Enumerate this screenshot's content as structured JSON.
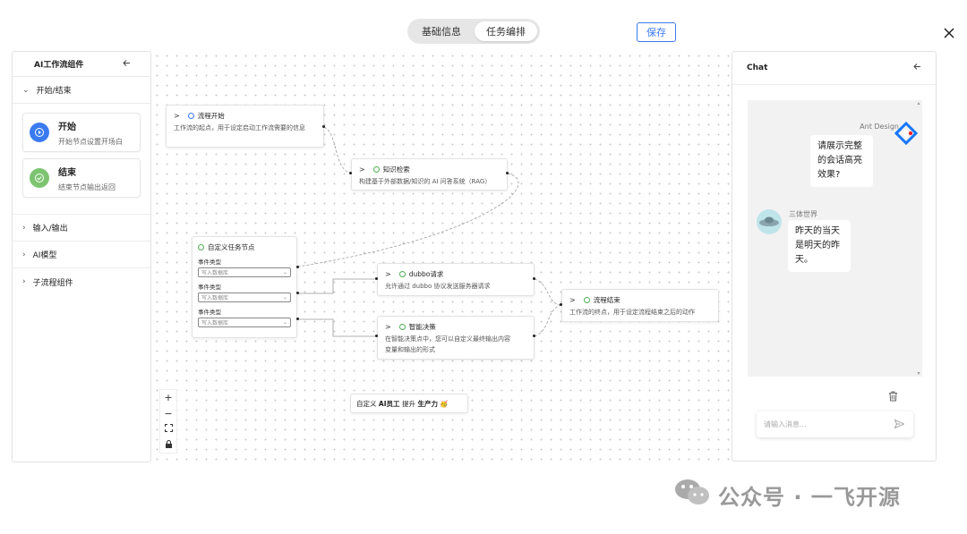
{
  "header": {
    "tabs": [
      {
        "label": "基础信息",
        "active": false
      },
      {
        "label": "任务编排",
        "active": true
      }
    ],
    "save_label": "保存"
  },
  "sidebar": {
    "title": "AI工作流组件",
    "sections": [
      {
        "label": "开始/结束",
        "expanded": true
      },
      {
        "label": "输入/输出",
        "expanded": false
      },
      {
        "label": "AI模型",
        "expanded": false
      },
      {
        "label": "子流程组件",
        "expanded": false
      }
    ],
    "cards": [
      {
        "title": "开始",
        "desc": "开始节点设置开场白",
        "color": "#3b7bf0"
      },
      {
        "title": "结束",
        "desc": "结束节点输出返回",
        "color": "#7cc470"
      }
    ]
  },
  "flow": {
    "start": {
      "title": "流程开始",
      "desc": "工作流的起点，用于设定启动工作流需要的信息"
    },
    "knowledge": {
      "title": "知识检索",
      "desc": "构建基于外部数据/知识的 AI 问答系统（RAG）"
    },
    "custom": {
      "title": "自定义任务节点",
      "fields": [
        {
          "label": "事件类型",
          "value": "写入数据库"
        },
        {
          "label": "事件类型",
          "value": "写入数据库"
        },
        {
          "label": "事件类型",
          "value": "写入数据库"
        }
      ]
    },
    "dubbo": {
      "title": "dubbo请求",
      "desc": "允许通过 dubbo 协议发送服务器请求"
    },
    "decision": {
      "title": "智能决策",
      "desc_line1": "在智能决策点中，您可以自定义最终输出内容",
      "desc_line2": "变量和输出的形式"
    },
    "end": {
      "title": "流程结束",
      "desc": "工作流的终点，用于设定流程结束之后的动作"
    },
    "note": {
      "prefix": "自定义 ",
      "bold": "AI员工 ",
      "middle": "提升 ",
      "bold2": "生产力",
      "emoji": "🥳"
    }
  },
  "zoom": {
    "plus": "+",
    "minus": "−"
  },
  "chat": {
    "title": "Chat",
    "messages": [
      {
        "sender": "Ant Design",
        "text_lines": [
          "请展示完整",
          "的会话高亮",
          "效果?"
        ],
        "side": "right"
      },
      {
        "sender": "三体世界",
        "text_lines": [
          "昨天的当天",
          "是明天的昨",
          "天。"
        ],
        "side": "left"
      }
    ],
    "input_placeholder": "请输入消息..."
  },
  "watermark": {
    "text": "公众号 · 一飞开源"
  },
  "colors": {
    "primary": "#3b7bf0",
    "success": "#4caf50"
  }
}
